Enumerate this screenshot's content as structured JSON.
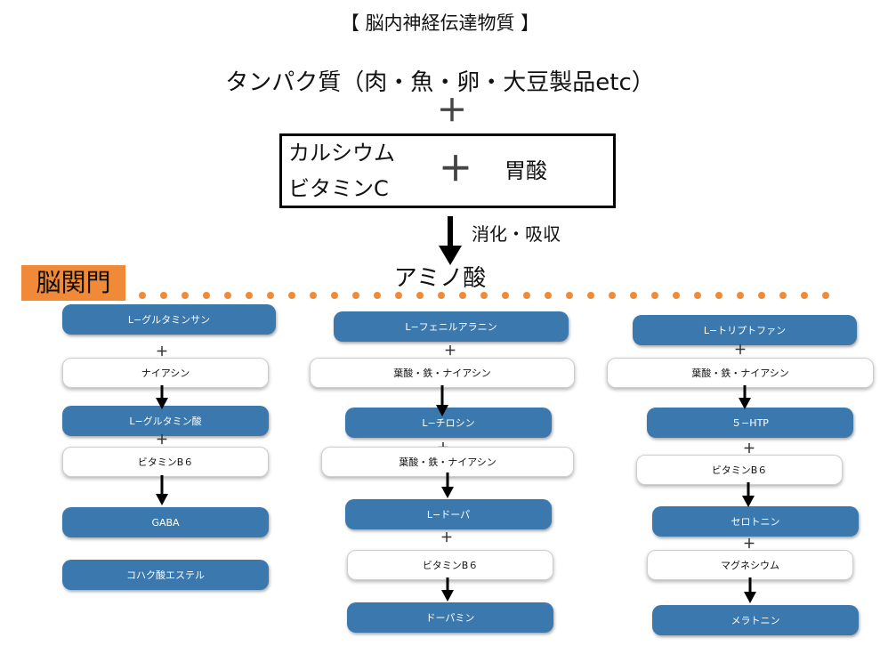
{
  "title": "【 脳内神経伝達物質 】",
  "ingredients": "タンパク質（肉・魚・卵・大豆製品etc）",
  "plus_symbol": "＋",
  "box": {
    "line1": "カルシウム",
    "line2": "ビタミンC",
    "acid": "胃酸"
  },
  "digest_label": "消化・吸収",
  "amino_acid": "アミノ酸",
  "bbb_label": "脳関門",
  "colors": {
    "accent_orange": "#f08a38",
    "node_blue": "#3a78ad"
  },
  "columns": [
    {
      "name": "gaba-pathway",
      "steps": [
        "L−グルタミンサン",
        "ナイアシン",
        "L−グルタミン酸",
        "ビタミンB６",
        "GABA",
        "コハク酸エステル"
      ]
    },
    {
      "name": "dopamine-pathway",
      "steps": [
        "L−フェニルアラニン",
        "葉酸・鉄・ナイアシン",
        "L−チロシン",
        "葉酸・鉄・ナイアシン",
        "L−ドーパ",
        "ビタミンB６",
        "ドーパミン"
      ]
    },
    {
      "name": "serotonin-pathway",
      "steps": [
        "L−トリプトファン",
        "葉酸・鉄・ナイアシン",
        "５−HTP",
        "ビタミンB６",
        "セロトニン",
        "マグネシウム",
        "メラトニン"
      ]
    }
  ]
}
